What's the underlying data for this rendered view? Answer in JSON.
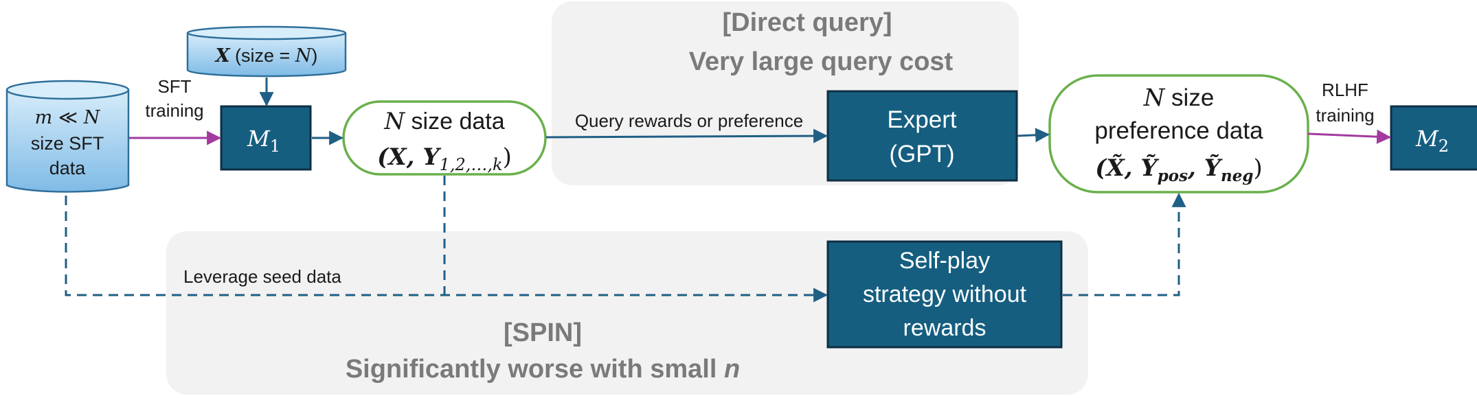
{
  "panels": {
    "direct_query": {
      "title": "[Direct query]",
      "subtitle": "Very large query cost"
    },
    "spin": {
      "title": "[SPIN]",
      "subtitle_prefix": "Significantly worse with small ",
      "subtitle_var": "n"
    }
  },
  "nodes": {
    "x_cylinder": {
      "var": "X",
      "rest_pre": " (size = ",
      "rest_var": "N",
      "rest_post": ")"
    },
    "sft_cylinder": {
      "line1_a": "m",
      "line1_op": " ≪ ",
      "line1_b": "N",
      "line2": "size SFT",
      "line3": "data"
    },
    "m1": {
      "var": "M",
      "sub": "1"
    },
    "n_size_data": {
      "line1_var": "N",
      "line1_text": " size data",
      "line2": "(X, Y",
      "line2_sub": "1,2,…,k",
      "line2_close": ")"
    },
    "expert": {
      "line1": "Expert",
      "line2": "(GPT)"
    },
    "pref_data": {
      "line1_var": "N",
      "line1_text": " size",
      "line2": "preference data",
      "line3": "(X̃, Ỹ",
      "line3_sub1": "pos",
      "line3_mid": ", Ỹ",
      "line3_sub2": "neg",
      "line3_close": ")"
    },
    "m2": {
      "var": "M",
      "sub": "2"
    },
    "self_play": {
      "line1": "Self-play",
      "line2": "strategy without",
      "line3": "rewards"
    }
  },
  "edge_labels": {
    "sft_training_1": "SFT",
    "sft_training_2": "training",
    "query": "Query rewards or preference",
    "rlhf_1": "RLHF",
    "rlhf_2": "training",
    "leverage": "Leverage seed data"
  },
  "colors": {
    "dark_box": "#155e80",
    "dark_box_border": "#0f2f44",
    "cylinder_top": "#cfe8f8",
    "cylinder_body": "#8fc6ec",
    "cylinder_border": "#2f6f9a",
    "green_border": "#6ab04c",
    "arrow_blue": "#1f5f85",
    "arrow_purple": "#a23aa0",
    "panel_bg": "#f2f2f2",
    "panel_title": "#7a7a7a"
  }
}
